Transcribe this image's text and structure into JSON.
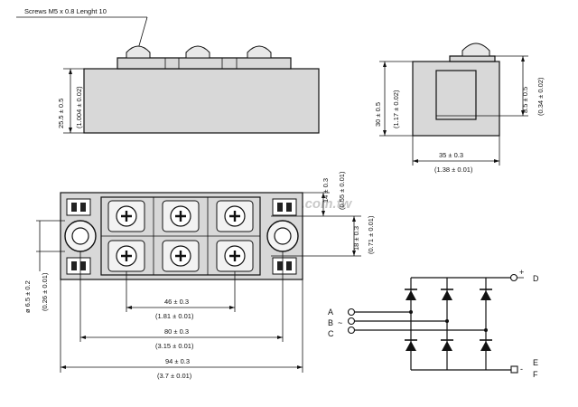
{
  "diagram": {
    "screws_note": "Screws M5 x 0.8 Lenght 10",
    "watermark": "www.100y.com.tw",
    "side_view": {
      "height_mm": "25.5 ± 0.5",
      "height_in": "(1.004 ± 0.02)"
    },
    "end_view": {
      "height_mm": "30 ± 0.5",
      "height_in": "(1.17 ± 0.02)",
      "terminal_mm": "8.5 ± 0.5",
      "terminal_in": "(0.34 ± 0.02)",
      "width_mm": "35 ± 0.3",
      "width_in": "(1.38 ± 0.01)"
    },
    "top_view": {
      "offset_mm": "14 ± 0.3",
      "offset_in": "(0.55 ± 0.01)",
      "pitch_mm": "18 ± 0.3",
      "pitch_in": "(0.71 ± 0.01)",
      "hole_mm": "ø 6.5 ± 0.2",
      "hole_in": "(0.26 ± 0.01)",
      "span1_mm": "46 ± 0.3",
      "span1_in": "(1.81 ± 0.01)",
      "span2_mm": "80 ± 0.3",
      "span2_in": "(3.15 ± 0.01)",
      "span3_mm": "94 ± 0.3",
      "span3_in": "(3.7 ± 0.01)"
    },
    "schematic": {
      "labels": [
        "A",
        "B",
        "C",
        "D",
        "E",
        "F"
      ],
      "tilde": "~",
      "plus": "+",
      "minus": "-"
    }
  }
}
